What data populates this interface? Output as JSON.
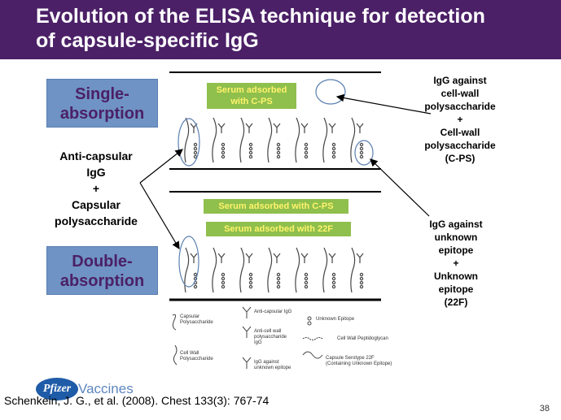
{
  "header": {
    "title_line1": "Evolution of the ELISA technique for detection",
    "title_line2": "of capsule-specific IgG",
    "bg_color": "#4b2067"
  },
  "left_labels": {
    "single_line1": "Single-",
    "single_line2": "absorption",
    "double_line1": "Double-",
    "double_line2": "absorption",
    "box_color": "#6f93c4"
  },
  "center_note": {
    "line1": "Anti-capsular",
    "line2": "IgG",
    "line3": "+",
    "line4": "Capsular",
    "line5": "polysaccharide"
  },
  "panel_tags": {
    "single_tag_line1": "Serum adsorbed",
    "single_tag_line2": "with C-PS",
    "double_tag1": "Serum adsorbed with C-PS",
    "double_tag2": "Serum adsorbed with 22F",
    "tag_color": "#8fbf4d"
  },
  "right_notes": {
    "top": [
      "IgG against",
      "cell-wall",
      "polysaccharide",
      "+",
      "Cell-wall",
      "polysaccharide",
      "(C-PS)"
    ],
    "bottom": [
      "IgG against",
      "unknown",
      "epitope",
      "+",
      "Unknown",
      "epitope",
      "(22F)"
    ]
  },
  "legend": {
    "capsular_ps": [
      "Capsular",
      "Polysaccharide"
    ],
    "cell_wall_ps": [
      "Cell Wall",
      "Polysaccharide"
    ],
    "anti_capsular_igg": [
      "Anti-capsular IgG"
    ],
    "anti_cell_wall_igg": [
      "Anti-cell wall",
      "polysaccharide",
      "IgG"
    ],
    "igg_unknown": [
      "IgG against",
      "unknown epitope"
    ],
    "unknown_epitope": [
      "Unknown Epitope"
    ],
    "cell_wall_peptidoglycan": [
      "Cell Wall Peptidoglycan"
    ],
    "capsule_22f": [
      "Capsule Serotype 22F",
      "(Containing Unknown Epitope)"
    ]
  },
  "footer": {
    "brand": "Pfizer",
    "brand_suffix": "Vaccines",
    "citation": "Schenkein, J. G., et al. (2008). Chest 133(3): 767-74",
    "page_number": "38"
  }
}
